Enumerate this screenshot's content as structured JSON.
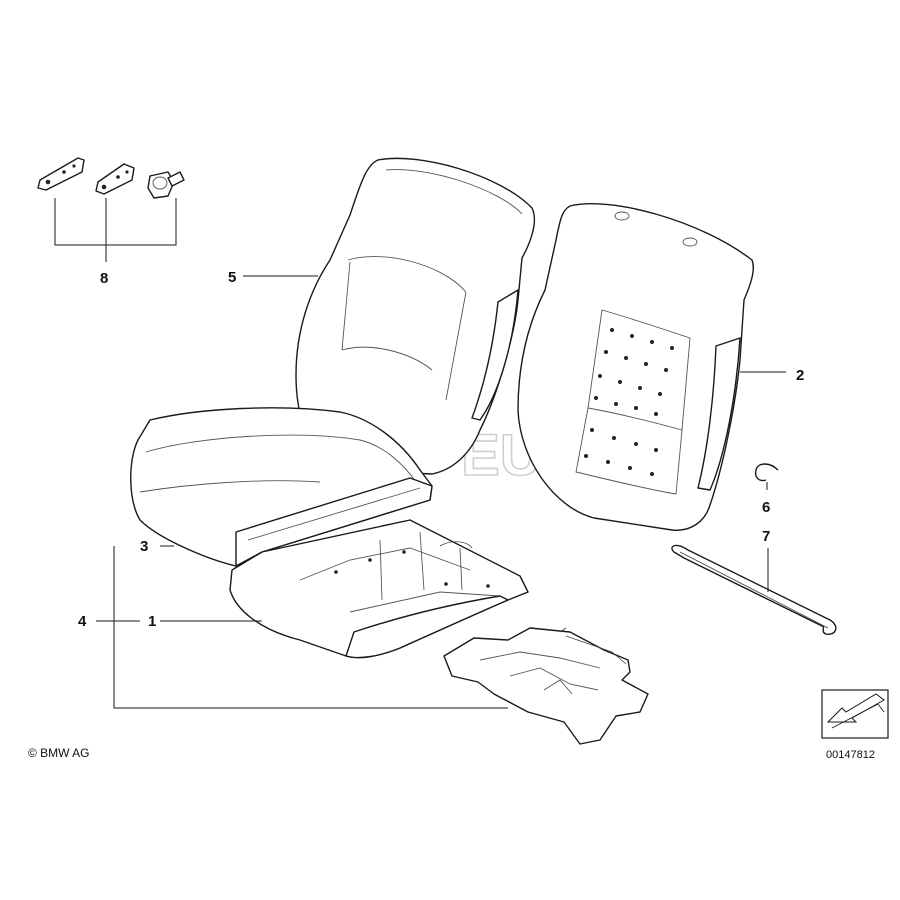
{
  "diagram": {
    "callouts": {
      "c1": "1",
      "c2": "2",
      "c3": "3",
      "c4": "4",
      "c5": "5",
      "c6": "6",
      "c7": "7",
      "c8": "8"
    },
    "copyright": "© BMW AG",
    "diagram_number": "00147812",
    "watermark": "FCP EURO"
  },
  "parts": [
    {
      "callout": "1",
      "icon": "seat-cushion-frame-cover"
    },
    {
      "callout": "2",
      "icon": "backrest-foam-pad"
    },
    {
      "callout": "3",
      "icon": "seat-cushion-upholstery"
    },
    {
      "callout": "4",
      "icon": "cushion-assembly-bracket"
    },
    {
      "callout": "5",
      "icon": "backrest-cover"
    },
    {
      "callout": "6",
      "icon": "hog-ring-clip"
    },
    {
      "callout": "7",
      "icon": "tension-wire"
    },
    {
      "callout": "8",
      "icon": "bracket-and-bolt-set"
    }
  ]
}
